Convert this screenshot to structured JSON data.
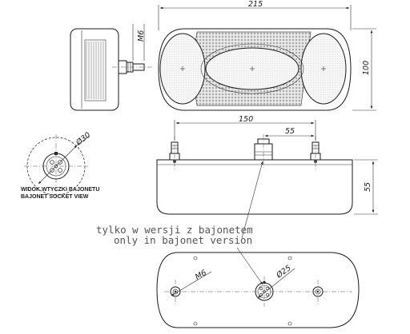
{
  "dimensions": {
    "overall_width": "215",
    "height_front": "100",
    "thread": "M6",
    "pin_spacing": "150",
    "connector_offset": "55",
    "depth": "55",
    "socket_dia": "Ø30",
    "thread_back": "M6",
    "connector_dia": "Ø25"
  },
  "socket_caption": {
    "pl": "WIDOK WTYCZKI BAJONETU",
    "en": "BAJONET SOCKET VIEW"
  },
  "note": {
    "pl": "tylko w wersji z bajonetem",
    "en": "only in bajonet version"
  }
}
